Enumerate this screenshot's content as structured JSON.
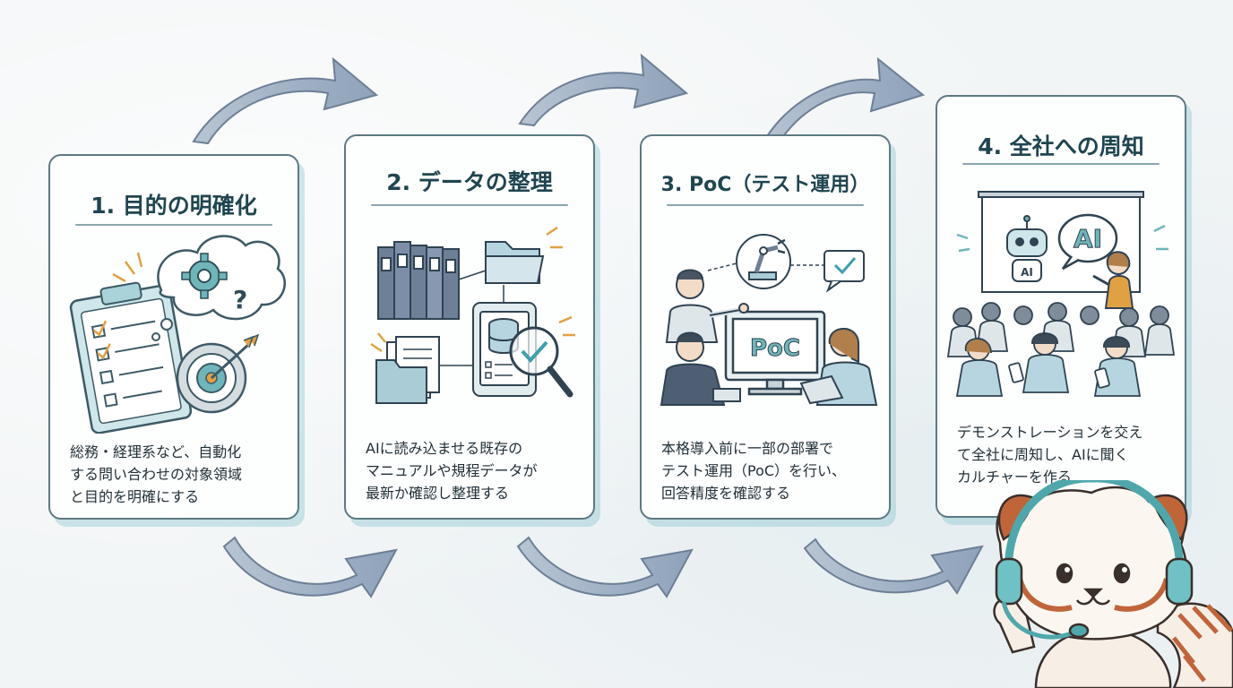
{
  "steps": [
    {
      "title": "1. 目的の明確化",
      "lines": [
        "総務・経理系など、自動化",
        "する問い合わせの対象領域",
        "と目的を明確にする"
      ]
    },
    {
      "title": "2. データの整理",
      "lines": [
        "AIに読み込ませる既存の",
        "マニュアルや規程データが",
        "最新か確認し整理する"
      ]
    },
    {
      "title": "3. PoC（テスト運用）",
      "lines": [
        "本格導入前に一部の部署で",
        "テスト運用（PoC）を行い、",
        "回答精度を確認する"
      ],
      "illustration_text": "PoC"
    },
    {
      "title": "4. 全社への周知",
      "lines": [
        "デモンストレーションを交え",
        "て全社に周知し、AIに聞く",
        "カルチャーを作る"
      ],
      "illustration_text": [
        "AI",
        "AI"
      ]
    }
  ],
  "colors": {
    "card_border": "#5c7a84",
    "card_shadow": "#78bec8",
    "title": "#1f4550",
    "arrow_fill": "#9fb0c4",
    "accent_teal": "#6fb5b9",
    "accent_orange": "#e0a144",
    "background": "#f2f5f6"
  },
  "icons": [
    "clipboard-checklist-icon",
    "gear-icon",
    "question-icon",
    "target-icon",
    "binders-icon",
    "folder-icon",
    "documents-icon",
    "tablet-database-icon",
    "magnifier-check-icon",
    "robot-arm-icon",
    "chat-check-icon",
    "monitor-icon",
    "projector-screen-icon",
    "robot-icon",
    "red-panda-mascot-icon"
  ]
}
